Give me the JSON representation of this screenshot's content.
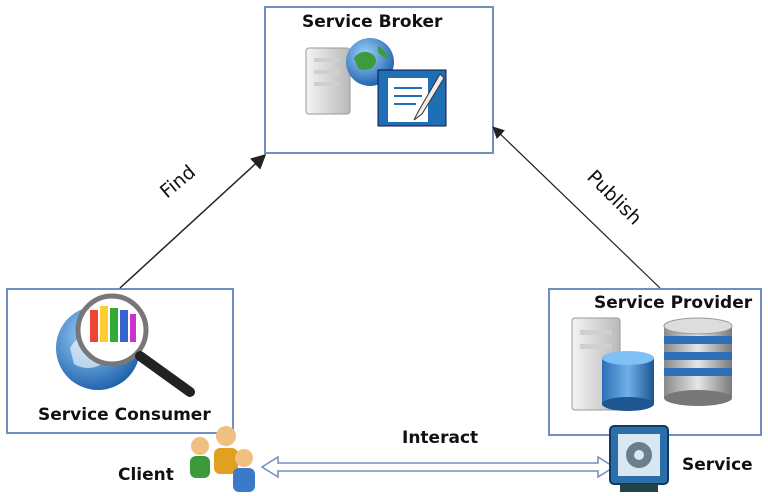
{
  "nodes": {
    "broker": {
      "label": "Service Broker"
    },
    "consumer": {
      "label": "Service Consumer"
    },
    "provider": {
      "label": "Service Provider"
    }
  },
  "actors": {
    "client": "Client",
    "service": "Service"
  },
  "edges": {
    "find": "Find",
    "publish": "Publish",
    "interact": "Interact"
  },
  "icons": {
    "broker": [
      "server-icon",
      "globe-icon",
      "document-pen-icon"
    ],
    "consumer": [
      "globe-icon",
      "magnifier-people-icon"
    ],
    "provider": [
      "server-icon",
      "database-icon"
    ],
    "client": "users-icon",
    "service": "service-gear-icon"
  },
  "colors": {
    "box_border": "#6f8fbf",
    "arrow": "#222222"
  }
}
